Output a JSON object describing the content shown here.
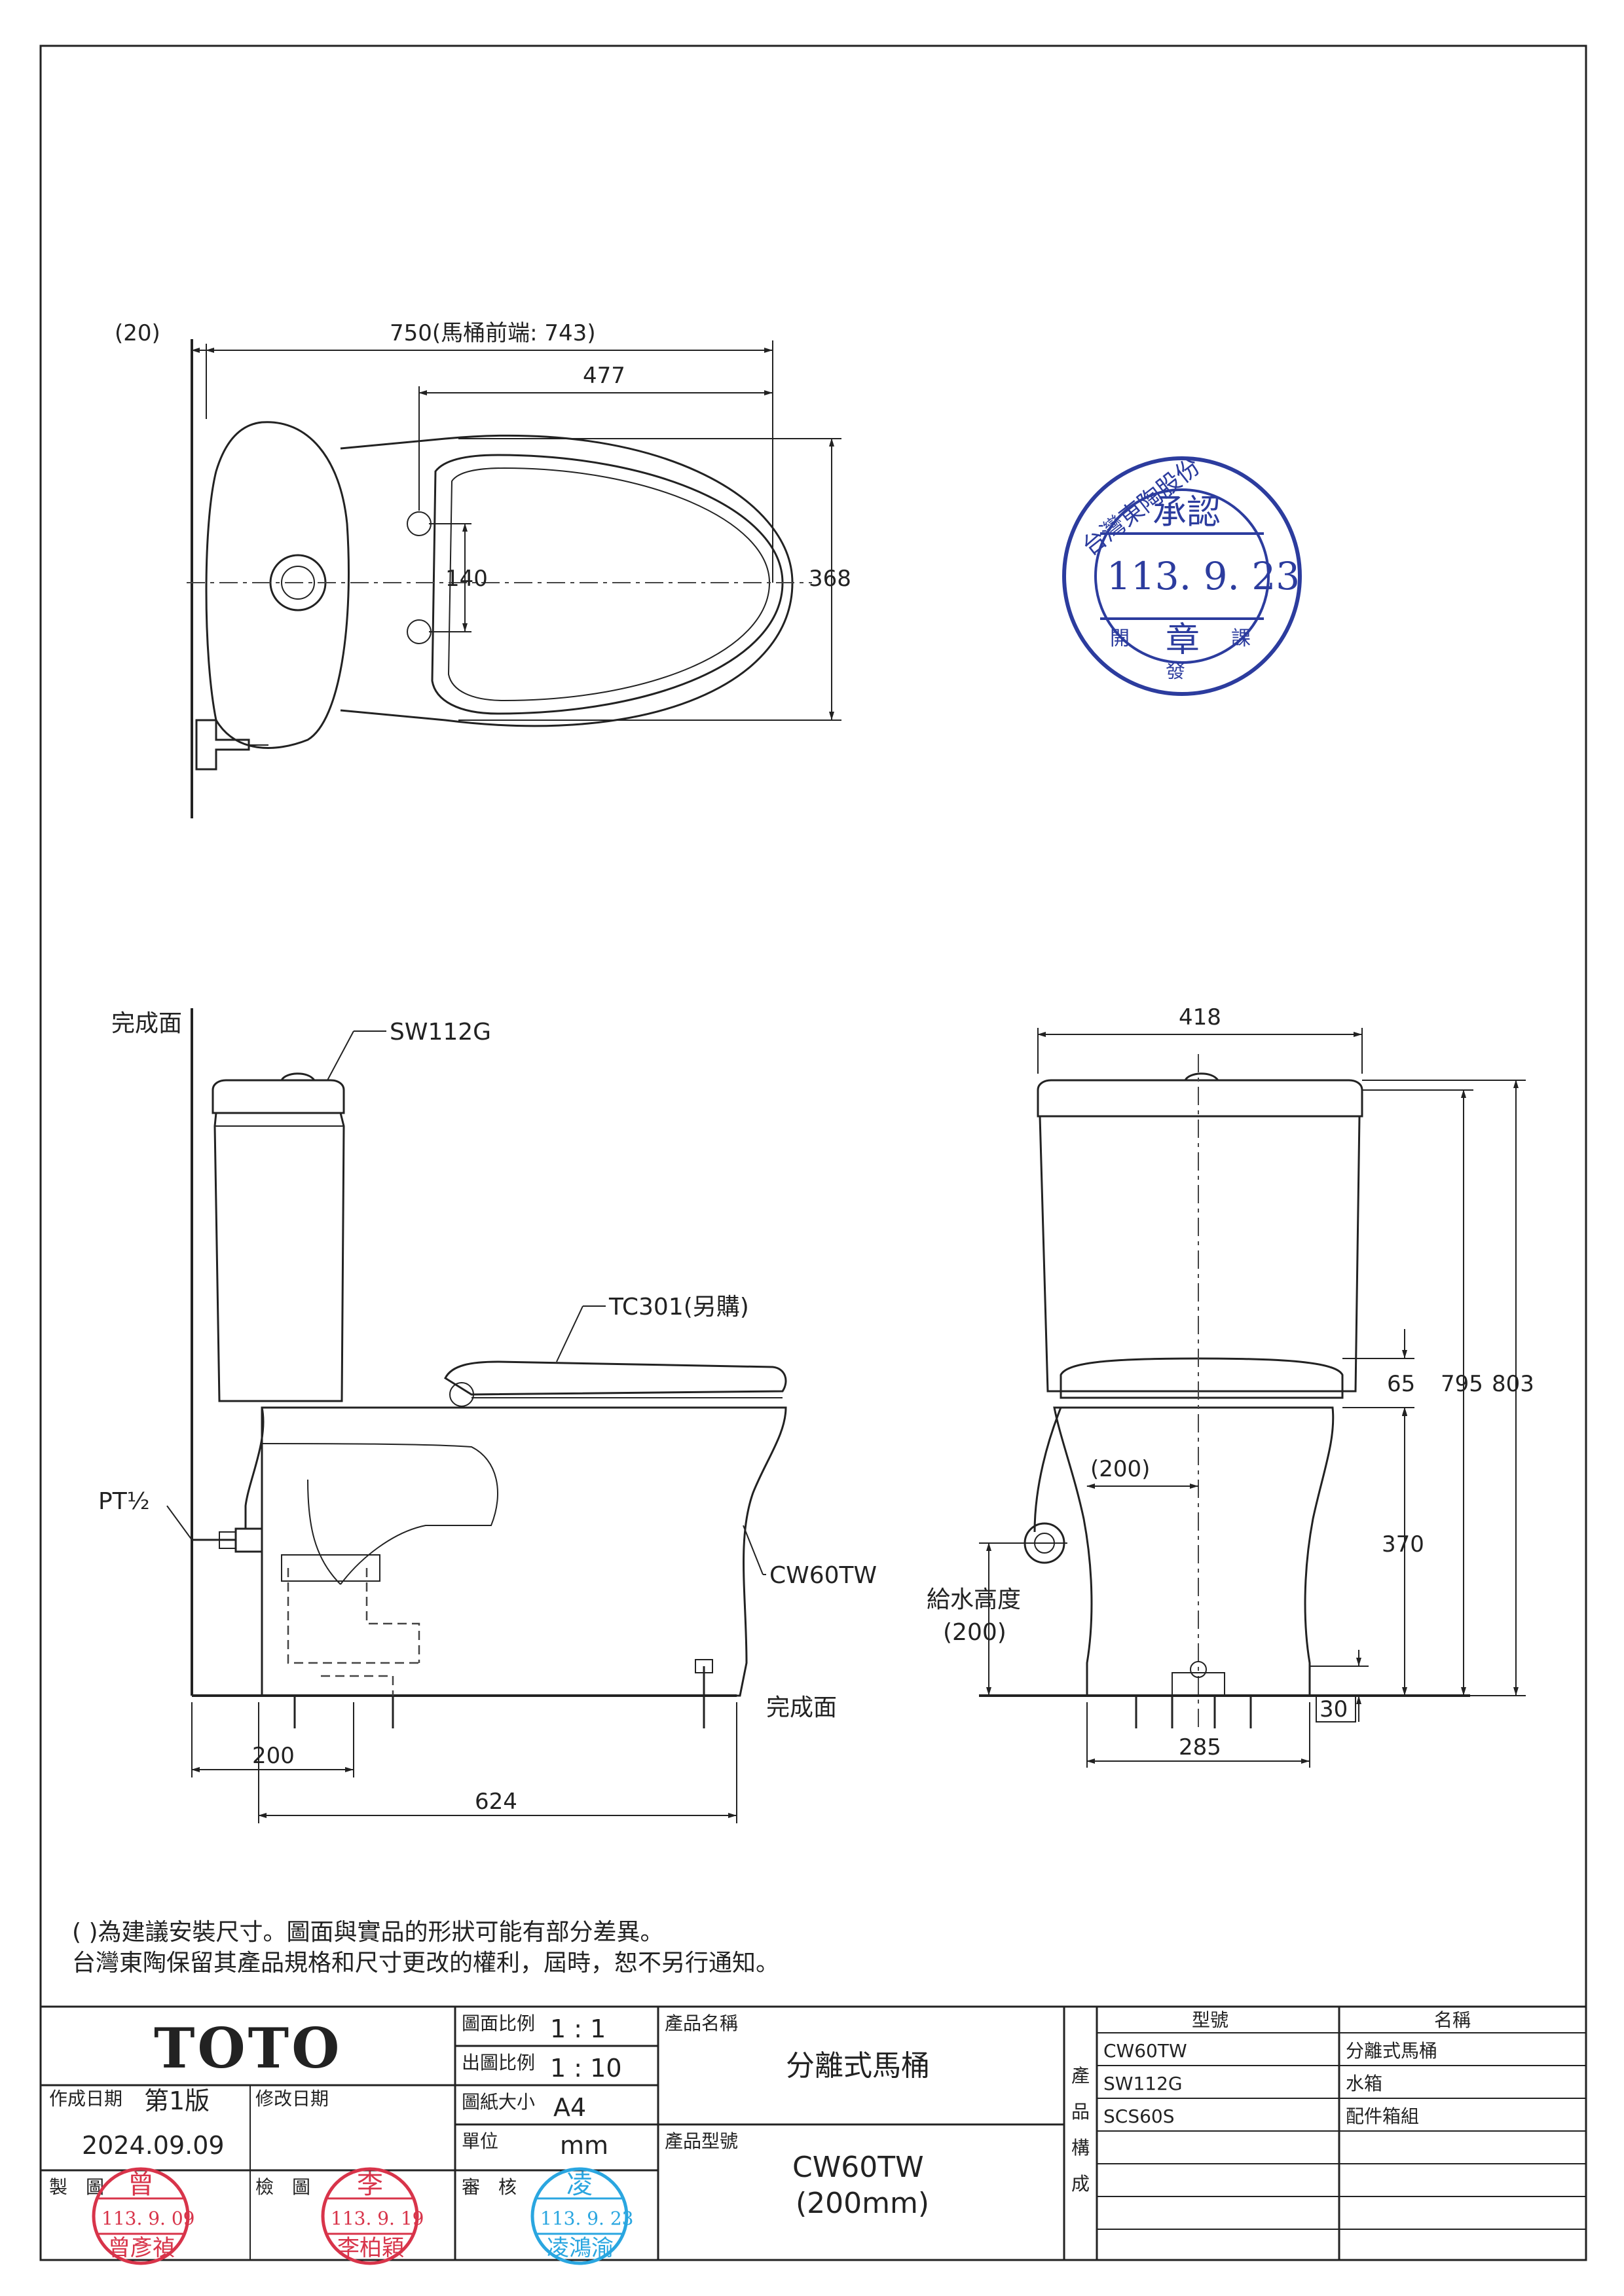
{
  "top_view": {
    "dim_offset": "(20)",
    "dim_length": "750(馬桶前端: 743)",
    "dim_seat": "477",
    "dim_hole_spacing": "140",
    "dim_width": "368"
  },
  "side_view": {
    "finish_wall": "完成面",
    "tank_model": "SW112G",
    "seat_model": "TC301(另購)",
    "pt_label": "PT½",
    "bowl_model": "CW60TW",
    "finish_floor": "完成面",
    "dim_rough_in": "200",
    "dim_depth": "624"
  },
  "front_view": {
    "dim_width": "418",
    "dim_seat": "65",
    "dim_tank": "795",
    "dim_total": "803",
    "dim_supply_offset": "(200)",
    "dim_bowl": "370",
    "supply_label": "給水高度",
    "supply_height": "(200)",
    "dim_foot": "30",
    "dim_base": "285"
  },
  "notes": {
    "line1": "(   )為建議安裝尺寸。圖面與實品的形狀可能有部分差異。",
    "line2": "台灣東陶保留其產品規格和尺寸更改的權利，屆時，恕不另行通知。"
  },
  "stamp_approval": {
    "company": "台灣東陶股份",
    "approve": "承認",
    "date": "113. 9. 23",
    "seal": "章",
    "dept_left": "開",
    "dept_mid": "發",
    "dept_right": "課"
  },
  "title_block": {
    "logo": "TOTO",
    "scale_label": "圖面比例",
    "scale_value": "1 : 1",
    "print_scale_label": "出圖比例",
    "print_scale_value": "1 : 10",
    "paper_label": "圖紙大小",
    "paper_value": "A4",
    "unit_label": "單位",
    "unit_value": "mm",
    "created_label": "作成日期",
    "edition": "第1版",
    "created_date": "2024.09.09",
    "revised_label": "修改日期",
    "drawn_label": "製　圖",
    "checked_label": "檢　圖",
    "reviewed_label": "審　核",
    "product_name_label": "產品名稱",
    "product_name": "分離式馬桶",
    "product_model_label": "產品型號",
    "product_model": "CW60TW",
    "product_model_sub": "(200mm)",
    "composition_label": "產品構成",
    "col_model": "型號",
    "col_name": "名稱",
    "parts": [
      {
        "model": "CW60TW",
        "name": "分離式馬桶"
      },
      {
        "model": "SW112G",
        "name": "水箱"
      },
      {
        "model": "SCS60S",
        "name": "配件箱組"
      }
    ],
    "stamp_drawn": {
      "char": "曾",
      "date": "113. 9. 09",
      "name": "曾彥禎"
    },
    "stamp_checked": {
      "char": "李",
      "date": "113. 9. 19",
      "name": "李柏穎"
    },
    "stamp_reviewed": {
      "char": "凌",
      "date": "113. 9. 23",
      "name": "凌鴻渝"
    }
  }
}
